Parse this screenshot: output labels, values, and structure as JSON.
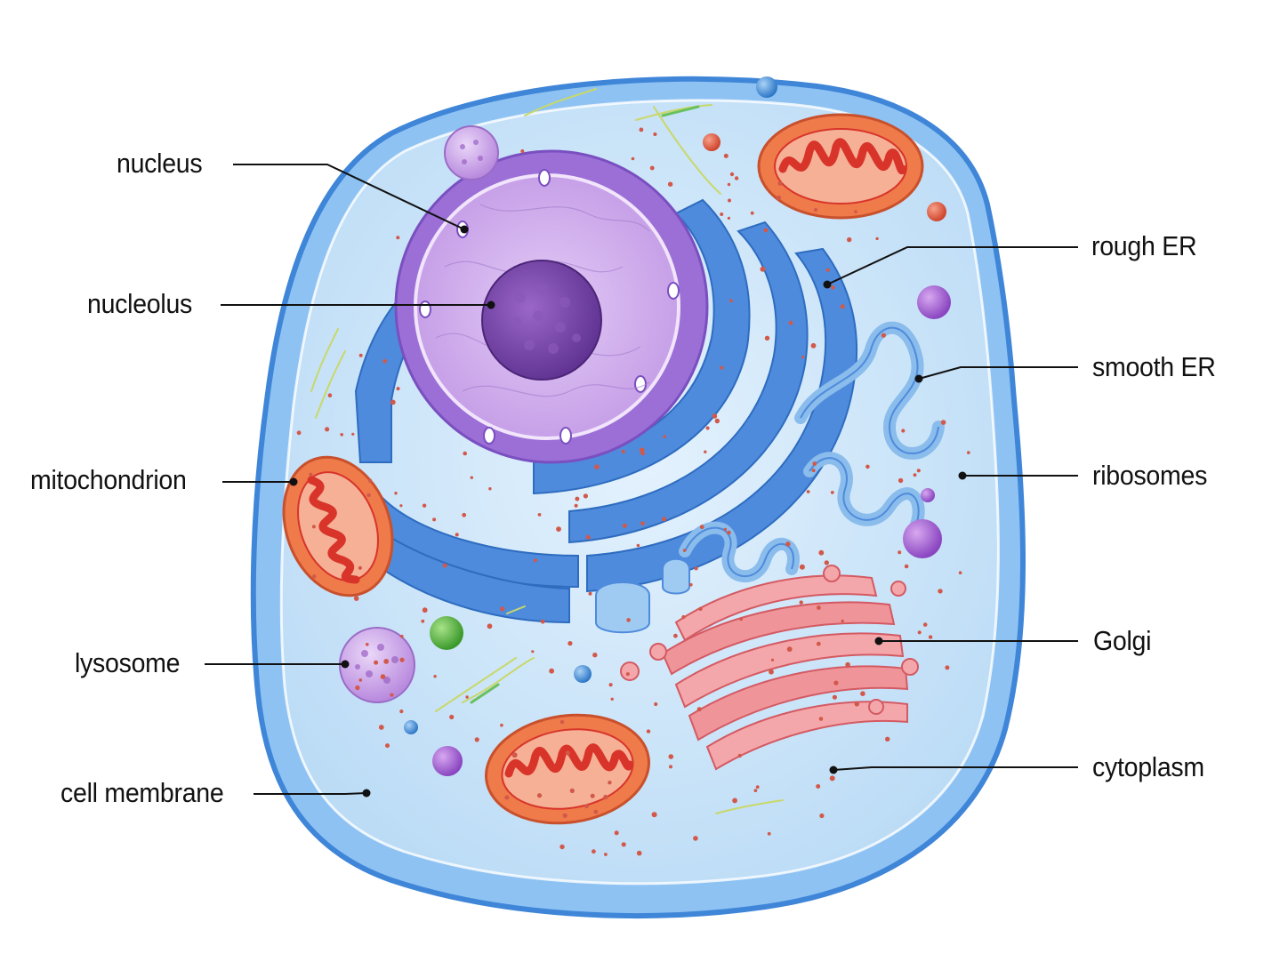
{
  "labels": {
    "nucleus": "nucleus",
    "nucleolus": "nucleolus",
    "mitochondrion": "mitochondrion",
    "lysosome": "lysosome",
    "cell_membrane": "cell membrane",
    "rough_er": "rough ER",
    "smooth_er": "smooth ER",
    "ribosomes": "ribosomes",
    "golgi": "Golgi",
    "cytoplasm": "cytoplasm"
  },
  "colors": {
    "membrane": "#5b9ee6",
    "cytoplasm": "#cfe8fb",
    "nucleus": "#9b6fd6",
    "nucleoplasm": "#d6b8f0",
    "nucleolus": "#7a4aa8",
    "er": "#4a86d6",
    "smooth_er": "#7fb4ea",
    "golgi": "#ef8e92",
    "mitochondrion": "#e8673f",
    "cristae": "#d8342a",
    "lysosome": "#c9a3e6",
    "ribosome": "#c95a4a"
  },
  "icons": [
    "animal-cell-diagram"
  ]
}
